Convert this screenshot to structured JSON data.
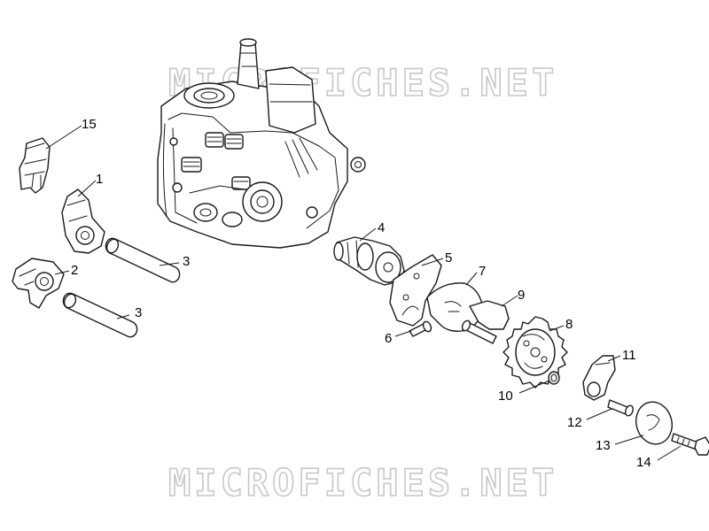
{
  "watermark": {
    "text": "MICROFICHES.NET",
    "color": "#c8c8c8"
  },
  "callouts": [
    {
      "id": "15",
      "label": "15"
    },
    {
      "id": "1",
      "label": "1"
    },
    {
      "id": "2",
      "label": "2"
    },
    {
      "id": "3a",
      "label": "3"
    },
    {
      "id": "3b",
      "label": "3"
    },
    {
      "id": "4",
      "label": "4"
    },
    {
      "id": "5",
      "label": "5"
    },
    {
      "id": "6",
      "label": "6"
    },
    {
      "id": "7",
      "label": "7"
    },
    {
      "id": "8",
      "label": "8"
    },
    {
      "id": "9",
      "label": "9"
    },
    {
      "id": "10",
      "label": "10"
    },
    {
      "id": "11",
      "label": "11"
    },
    {
      "id": "12",
      "label": "12"
    },
    {
      "id": "13",
      "label": "13"
    },
    {
      "id": "14",
      "label": "14"
    }
  ]
}
